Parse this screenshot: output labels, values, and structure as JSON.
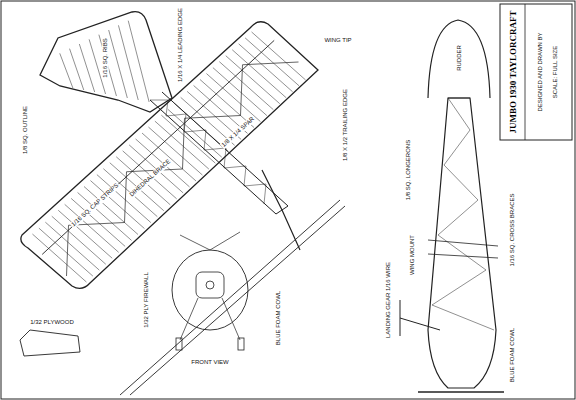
{
  "diagram": {
    "title": "JUMBO 1930 TAYLORCRAFT",
    "labels": [
      "1/8 SQ. OUTLINE",
      "1/16 SQ. RIBS",
      "1/16 X 1/4 LEADING EDGE",
      "1/8 X 1/2 TRAILING EDGE",
      "1/8 X 1/4 SPAR",
      "DIHEDRAL BRACE",
      "1/16 SQ. CAP STRIPS",
      "WING TIP",
      "FRONT VIEW",
      "1/32 PLY FIREWALL",
      "BLUE FOAM COWL",
      "LANDING GEAR 1/16 WIRE",
      "1/8 SQ. LONGERONS",
      "1/16 SQ. CROSS BRACES",
      "BLUE FOAM COWL",
      "WING MOUNT",
      "RUDDER",
      "SCALE: FULL SIZE",
      "DESIGNED AND DRAWN BY",
      "1/32 PLYWOOD"
    ]
  }
}
